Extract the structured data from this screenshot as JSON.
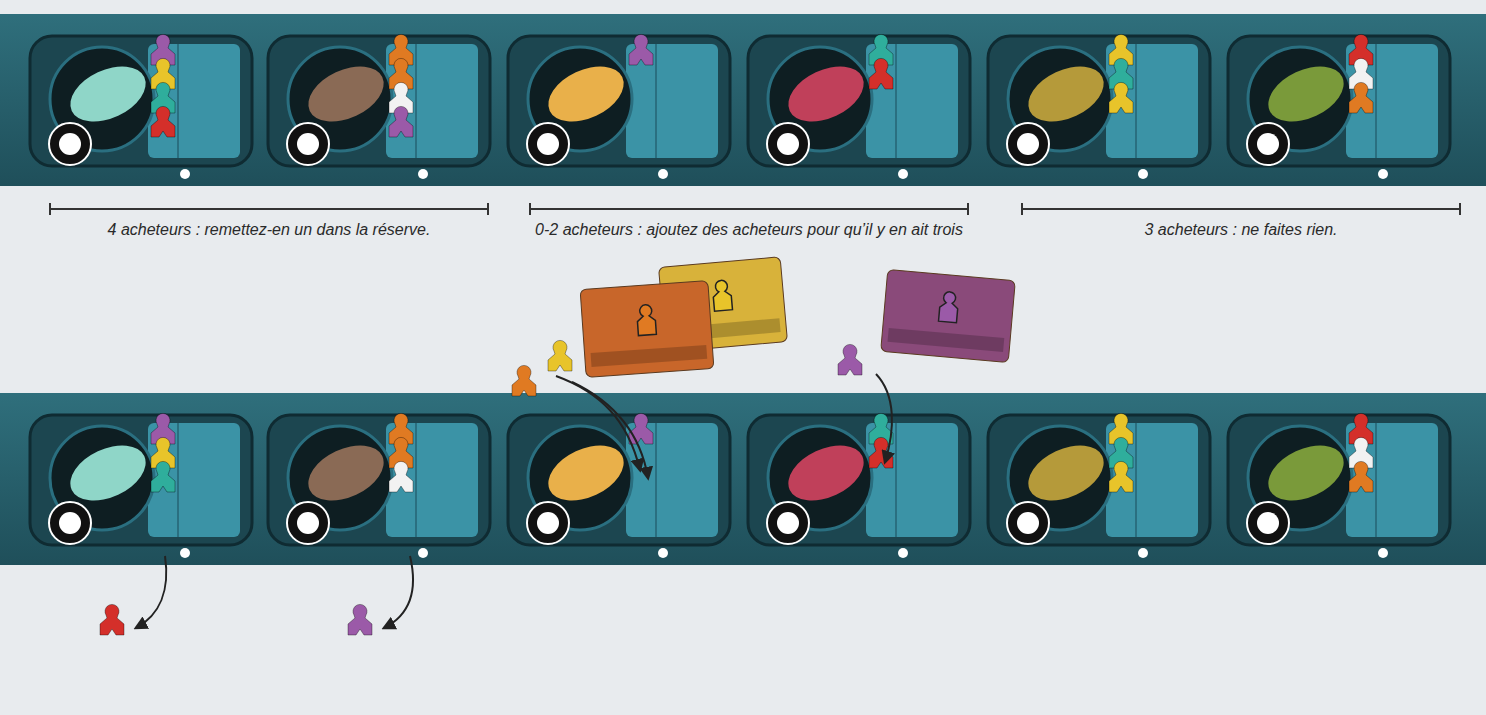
{
  "diagram": {
    "labels": [
      "4 acheteurs : remettez-en un dans la réserve.",
      "0-2 acheteurs : ajoutez des acheteurs pour qu’il y en ait trois",
      "3 acheteurs : ne faites rien."
    ]
  }
}
